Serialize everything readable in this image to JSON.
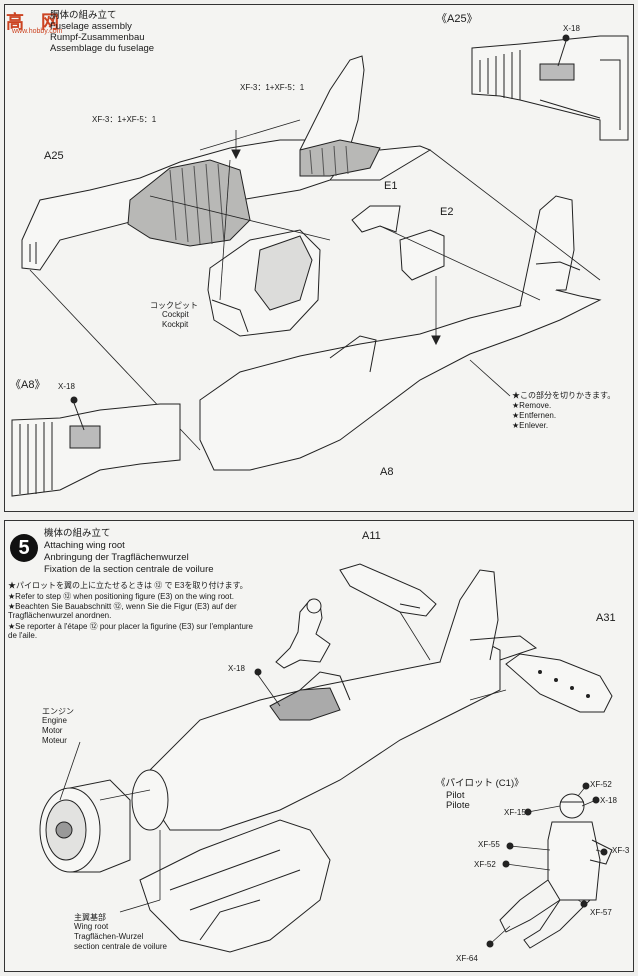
{
  "watermark": {
    "main": "高 网",
    "sub": "www.hobby.com"
  },
  "fuselage": {
    "title_jp": "胴体の組み立て",
    "title_en": "Fuselage assembly",
    "title_de": "Rumpf-Zusammenbau",
    "title_fr": "Assemblage du fuselage",
    "view_a25": "《A25》",
    "view_a8": "《A8》",
    "x18_a25": "X-18",
    "x18_a8": "X-18",
    "color_right": "XF-3：1+XF-5：1",
    "color_left": "XF-3：1+XF-5：1",
    "part_a25": "A25",
    "part_e1": "E1",
    "part_e2": "E2",
    "part_a8": "A8",
    "cockpit_jp": "コックピット",
    "cockpit_en": "Cockpit",
    "cockpit_de": "Kockpit",
    "remove_jp": "★この部分を切りかきます。",
    "remove_en": "★Remove.",
    "remove_de": "★Entfernen.",
    "remove_fr": "★Enlever."
  },
  "step5": {
    "number": "5",
    "title_jp": "機体の組み立て",
    "title_en": "Attaching wing root",
    "title_de": "Anbringung der Tragflächenwurzel",
    "title_fr": "Fixation de la section centrale de voilure",
    "note_jp": "★パイロットを翼の上に立たせるときは ⑫ で E3を取り付けます。",
    "note_en": "★Refer to step ⑫ when positioning figure (E3) on the wing root.",
    "note_de1": "★Beachten Sie Bauabschnitt ⑫, wenn Sie die Figur (E3) auf der",
    "note_de2": "Tragflächenwurzel anordnen.",
    "note_fr1": "★Se reporter à l'étape ⑫ pour placer la figurine (E3) sur l'emplanture",
    "note_fr2": "de l'aile.",
    "part_a11": "A11",
    "part_a31": "A31",
    "x18": "X-18",
    "engine_jp": "エンジン",
    "engine_en": "Engine",
    "engine_de": "Motor",
    "engine_fr": "Moteur",
    "wingroot_jp": "主翼基部",
    "wingroot_en": "Wing root",
    "wingroot_de": "Tragflächen-Wurzel",
    "wingroot_fr": "section centrale de voilure",
    "pilot_jp": "《パイロット (C1)》",
    "pilot_en": "Pilot",
    "pilot_fr": "Pilote",
    "pilot_colors": {
      "xf52_top": "XF-52",
      "x18": "X-18",
      "xf15": "XF-15",
      "xf3": "XF-3",
      "xf55": "XF-55",
      "xf52_mid": "XF-52",
      "xf57": "XF-57",
      "xf64": "XF-64"
    }
  }
}
